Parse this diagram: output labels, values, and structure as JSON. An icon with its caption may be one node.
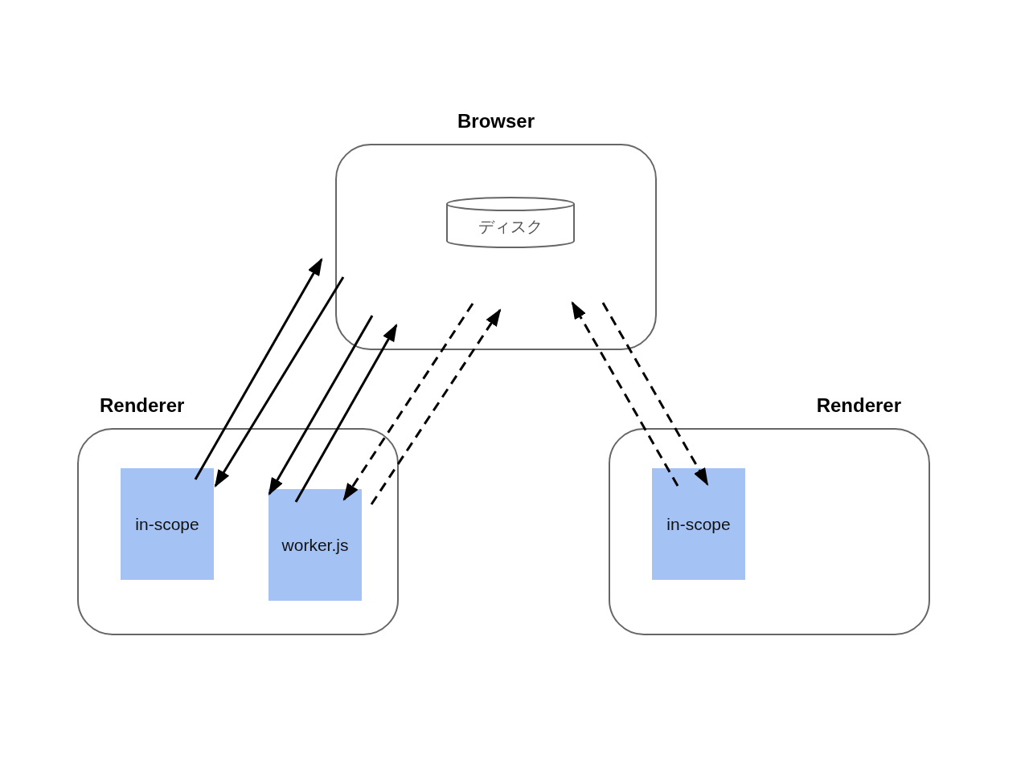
{
  "diagram": {
    "nodes": [
      {
        "text": [
          "Browser"
        ]
      },
      {
        "text": [
          "ディスク"
        ],
        "in": 0
      },
      {
        "text": [
          "Renderer"
        ]
      },
      {
        "text": [
          "in-scope"
        ],
        "in": 2
      },
      {
        "text": [
          "worker.js"
        ],
        "in": 2
      },
      {
        "text": [
          "Renderer"
        ]
      },
      {
        "text": [
          "in-scope"
        ],
        "in": 5
      }
    ],
    "edges": [
      {
        "from": 3,
        "to": 0,
        "arrow": "to"
      },
      {
        "from": 0,
        "to": 3,
        "arrow": "to"
      },
      {
        "from": 0,
        "to": 4,
        "arrow": "to"
      },
      {
        "from": 4,
        "to": 0,
        "arrow": "to"
      },
      {
        "from": 0,
        "to": 4,
        "arrow": "to",
        "style": "dashed"
      },
      {
        "from": 4,
        "to": 0,
        "arrow": "to",
        "style": "dashed"
      },
      {
        "from": 6,
        "to": 0,
        "arrow": "to",
        "style": "dashed"
      },
      {
        "from": 0,
        "to": 6,
        "arrow": "to",
        "style": "dashed"
      }
    ]
  }
}
